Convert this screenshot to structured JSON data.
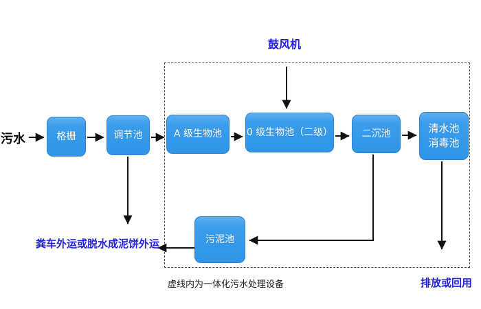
{
  "diagram": {
    "influent_label": "污水",
    "blower_label": "鼓风机",
    "nodes": {
      "grid": "格栅",
      "regulating_tank": "调节池",
      "bio_tank_a": "A 级生物池",
      "bio_tank_o": "0 级生物池（二级）",
      "secondary_clarifier": "二沉池",
      "clear_tank_line1": "清水池",
      "clear_tank_line2": "消毒池",
      "sludge_tank": "污泥池"
    },
    "sludge_disposal_label": "粪车外运或脱水成泥饼外运",
    "dashed_boundary_note": "虚线内为一体化污水处理设备",
    "effluent_label": "排放或回用",
    "colors": {
      "node_fill": "#3398EB",
      "node_fill_highlight": "#5FB0F1",
      "node_border": "#2B82CD",
      "node_text": "#FFFFFF",
      "blue_label_text": "#2222DD",
      "black_text": "#111111",
      "arrow": "#111111",
      "dashed_border": "#4A4A4A"
    }
  }
}
